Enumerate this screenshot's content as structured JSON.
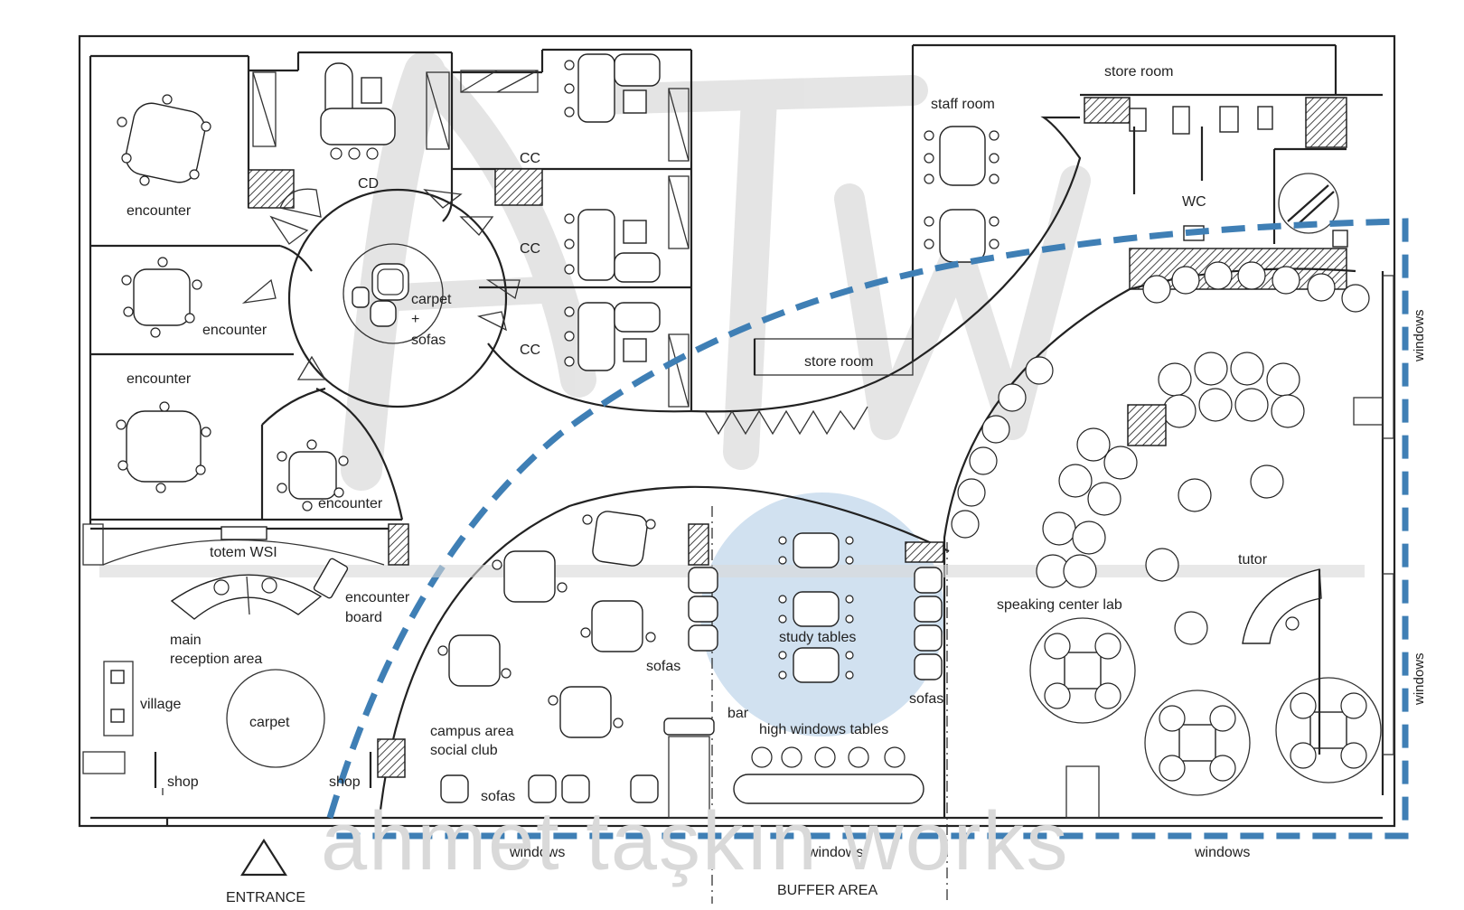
{
  "labels": {
    "encounter_1": "encounter",
    "encounter_2": "encounter",
    "encounter_3": "encounter",
    "encounter_4": "encounter",
    "cd": "CD",
    "cc_1": "CC",
    "cc_2": "CC",
    "cc_3": "CC",
    "carpet_sofas_line1": "carpet",
    "carpet_sofas_line2": "+",
    "carpet_sofas_line3": "sofas",
    "staff_room": "staff room",
    "store_room_top": "store room",
    "store_room_mid": "store room",
    "wc": "WC",
    "windows_right_top": "windows",
    "windows_right_bottom": "windows",
    "totem_wsi": "totem WSI",
    "encounter_board_line1": "encounter",
    "encounter_board_line2": "board",
    "main_reception_line1": "main",
    "main_reception_line2": "reception area",
    "village": "village",
    "carpet": "carpet",
    "shop_left": "shop",
    "shop_right": "shop",
    "campus_area_line1": "campus area",
    "campus_area_line2": "social club",
    "sofas_bottom": "sofas",
    "sofas_mid": "sofas",
    "study_tables": "study tables",
    "sofas_right": "sofas",
    "bar": "bar",
    "high_windows_tables": "high windows tables",
    "speaking_center_lab": "speaking center lab",
    "tutor": "tutor",
    "windows_bottom_left": "windows",
    "windows_bottom_mid": "windows",
    "windows_bottom_right": "windows",
    "entrance": "ENTRANCE",
    "buffer_area": "BUFFER AREA"
  },
  "watermark": {
    "text": "ahmet taşkın works",
    "logo": "ATW"
  },
  "colors": {
    "walls": "#222222",
    "highlight_circle": "#c9dced",
    "dashed_route": "#3f7fb5",
    "hatch": "#555555",
    "watermark": "#d9d9d9"
  }
}
